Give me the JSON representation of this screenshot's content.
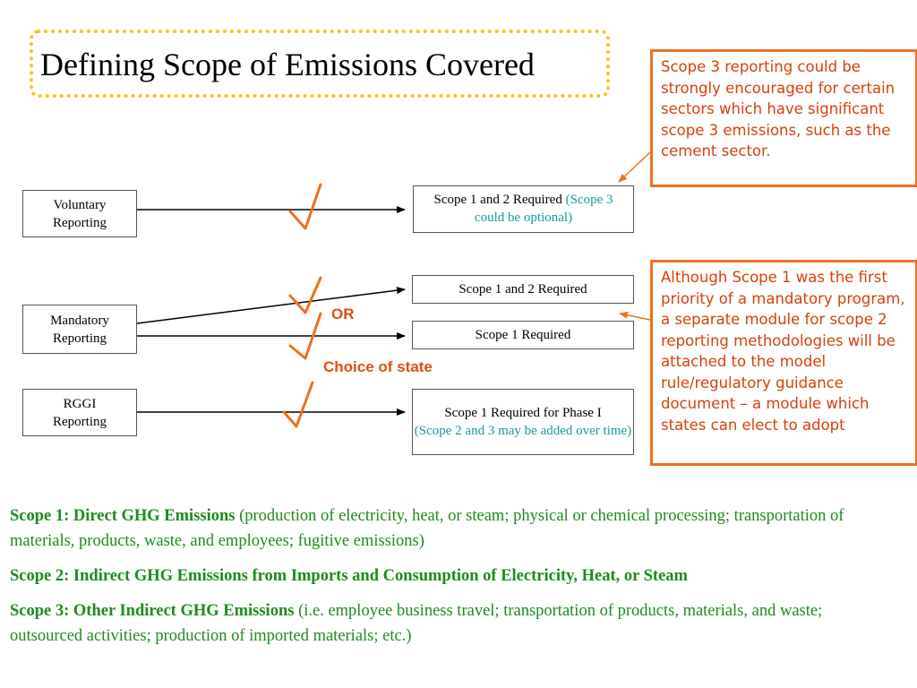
{
  "title": "Defining Scope of Emissions Covered",
  "left_boxes": {
    "voluntary": [
      "Voluntary",
      "Reporting"
    ],
    "mandatory": [
      "Mandatory",
      "Reporting"
    ],
    "rggi": [
      "RGGI",
      "Reporting"
    ]
  },
  "right_boxes": {
    "voluntary_result": {
      "main": "Scope 1 and 2 Required ",
      "note": "(Scope 3 could be optional)"
    },
    "mandatory_result_a": "Scope 1 and 2 Required",
    "mandatory_result_b": "Scope 1 Required",
    "rggi_result": {
      "main": "Scope 1 Required for Phase I",
      "note": "(Scope 2 and 3 may be added over time)"
    }
  },
  "labels": {
    "or": "OR",
    "choice": "Choice of state"
  },
  "callouts": {
    "scope3": "Scope 3 reporting could be strongly encouraged for certain sectors which have significant scope 3 emissions, such as the cement sector.",
    "module": "Although Scope 1 was the first priority of a mandatory program, a separate module for scope 2 reporting methodologies will be attached to the model rule/regulatory guidance document – a module which states can elect to adopt"
  },
  "definitions": [
    {
      "term": "Scope 1: Direct GHG Emissions",
      "detail": " (production of electricity, heat, or steam; physical or chemical processing; transportation of materials, products, waste, and employees; fugitive emissions)"
    },
    {
      "term": "Scope 2: Indirect GHG Emissions from Imports and Consumption of Electricity, Heat, or Steam",
      "detail": ""
    },
    {
      "term": "Scope 3: Other Indirect GHG Emissions",
      "detail": " (i.e. employee business travel; transportation of products, materials, and waste; outsourced activities; production of imported materials; etc.)"
    }
  ],
  "colors": {
    "orange": "#ee7020",
    "green": "#1c8c1c",
    "teal": "#1a9a9a",
    "title_border": "#f5c518"
  },
  "icons": [
    "check-mark-icon"
  ]
}
